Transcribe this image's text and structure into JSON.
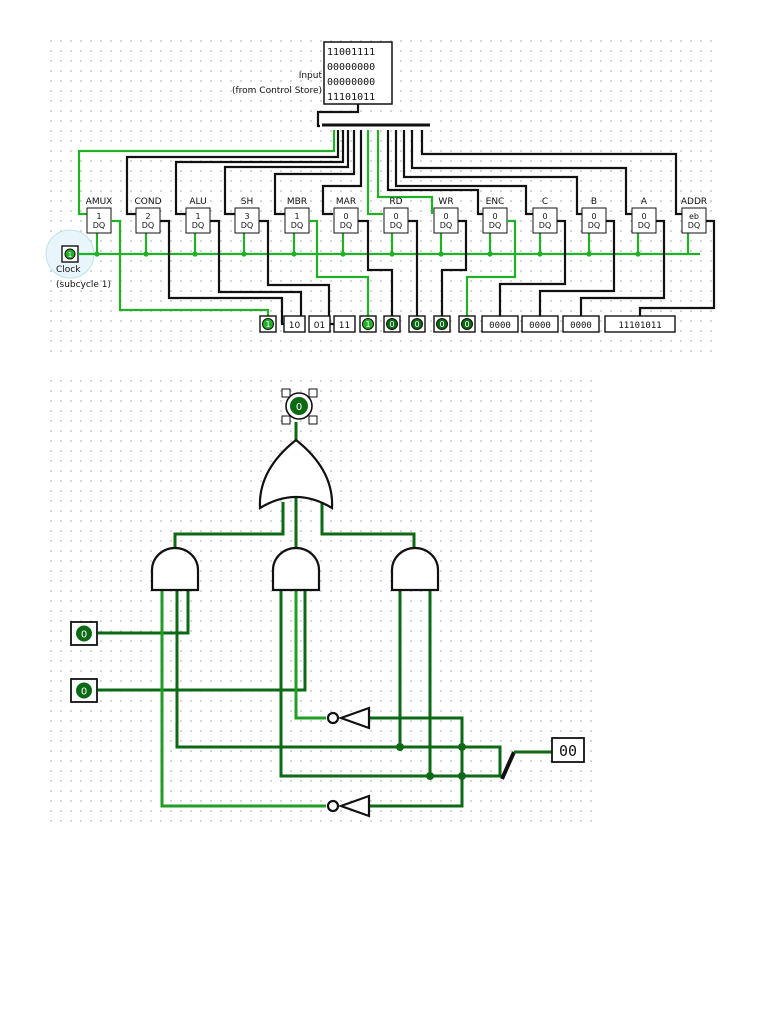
{
  "top": {
    "input_label": "Input",
    "input_sub": "(from Control Store)",
    "input_rows": [
      "11001111",
      "00000000",
      "00000000",
      "11101011"
    ],
    "clock_label": "Clock",
    "clock_sub": "(subcycle 1)",
    "clock_value": "1",
    "registers": [
      {
        "label": "AMUX",
        "value": "1"
      },
      {
        "label": "COND",
        "value": "2"
      },
      {
        "label": "ALU",
        "value": "1"
      },
      {
        "label": "SH",
        "value": "3"
      },
      {
        "label": "MBR",
        "value": "1"
      },
      {
        "label": "MAR",
        "value": "0"
      },
      {
        "label": "RD",
        "value": "0"
      },
      {
        "label": "WR",
        "value": "0"
      },
      {
        "label": "ENC",
        "value": "0"
      },
      {
        "label": "C",
        "value": "0"
      },
      {
        "label": "B",
        "value": "0"
      },
      {
        "label": "A",
        "value": "0"
      },
      {
        "label": "ADDR",
        "value": "eb"
      }
    ],
    "outputs": [
      "1",
      "10",
      "01",
      "11",
      "1",
      "0",
      "0",
      "0",
      "0",
      "0000",
      "0000",
      "0000",
      "11101011"
    ]
  },
  "bottom": {
    "output_pin": "0",
    "input_pin_1": "0",
    "input_pin_2": "0",
    "splitter_in": "00"
  }
}
